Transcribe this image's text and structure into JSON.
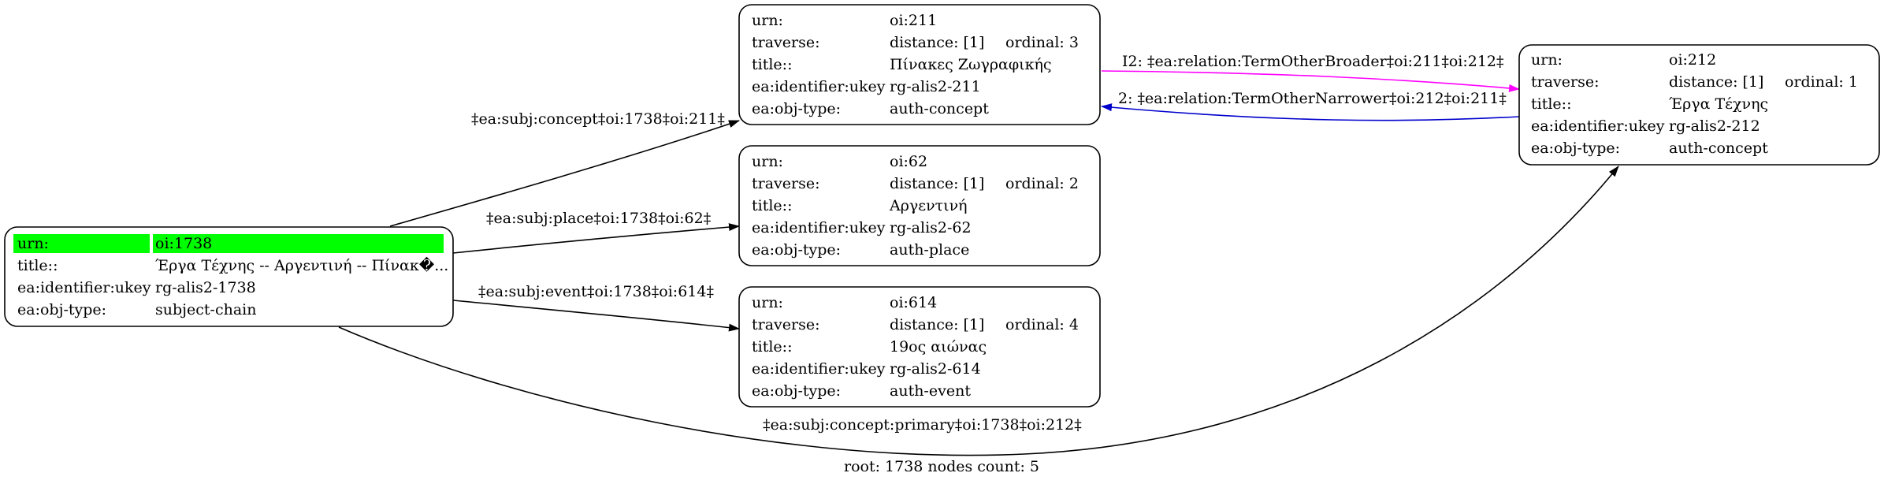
{
  "colors": {
    "highlight": "#00ff00",
    "broader_edge": "#ff00ff",
    "narrower_edge": "#0000cc",
    "default_edge": "#000000"
  },
  "nodes": {
    "root": {
      "rows": [
        {
          "key": "urn:",
          "value": "oi:1738",
          "extra": ""
        },
        {
          "key": "title::",
          "value": "Έργα Τέχνης -- Αργεντινή -- Πίνακ�...",
          "extra": ""
        },
        {
          "key": "ea:identifier:ukey",
          "value": "rg-alis2-1738",
          "extra": ""
        },
        {
          "key": "ea:obj-type:",
          "value": "subject-chain",
          "extra": ""
        }
      ]
    },
    "n211": {
      "rows": [
        {
          "key": "urn:",
          "value": "oi:211",
          "extra": ""
        },
        {
          "key": "traverse:",
          "value": "distance: [1]",
          "extra": "ordinal: 3"
        },
        {
          "key": "title::",
          "value": "Πίνακες Ζωγραφικής",
          "extra": ""
        },
        {
          "key": "ea:identifier:ukey",
          "value": "rg-alis2-211",
          "extra": ""
        },
        {
          "key": "ea:obj-type:",
          "value": "auth-concept",
          "extra": ""
        }
      ]
    },
    "n62": {
      "rows": [
        {
          "key": "urn:",
          "value": "oi:62",
          "extra": ""
        },
        {
          "key": "traverse:",
          "value": "distance: [1]",
          "extra": "ordinal: 2"
        },
        {
          "key": "title::",
          "value": "Αργεντινή",
          "extra": ""
        },
        {
          "key": "ea:identifier:ukey",
          "value": "rg-alis2-62",
          "extra": ""
        },
        {
          "key": "ea:obj-type:",
          "value": "auth-place",
          "extra": ""
        }
      ]
    },
    "n614": {
      "rows": [
        {
          "key": "urn:",
          "value": "oi:614",
          "extra": ""
        },
        {
          "key": "traverse:",
          "value": "distance: [1]",
          "extra": "ordinal: 4"
        },
        {
          "key": "title::",
          "value": "19ος αιώνας",
          "extra": ""
        },
        {
          "key": "ea:identifier:ukey",
          "value": "rg-alis2-614",
          "extra": ""
        },
        {
          "key": "ea:obj-type:",
          "value": "auth-event",
          "extra": ""
        }
      ]
    },
    "n212": {
      "rows": [
        {
          "key": "urn:",
          "value": "oi:212",
          "extra": ""
        },
        {
          "key": "traverse:",
          "value": "distance: [1]",
          "extra": "ordinal: 1"
        },
        {
          "key": "title::",
          "value": "Έργα Τέχνης",
          "extra": ""
        },
        {
          "key": "ea:identifier:ukey",
          "value": "rg-alis2-212",
          "extra": ""
        },
        {
          "key": "ea:obj-type:",
          "value": "auth-concept",
          "extra": ""
        }
      ]
    }
  },
  "edges": {
    "root_to_211": "‡ea:subj:concept‡oi:1738‡oi:211‡",
    "root_to_62": "‡ea:subj:place‡oi:1738‡oi:62‡",
    "root_to_614": "‡ea:subj:event‡oi:1738‡oi:614‡",
    "root_to_212": "‡ea:subj:concept:primary‡oi:1738‡oi:212‡",
    "n211_to_212": "I2: ‡ea:relation:TermOtherBroader‡oi:211‡oi:212‡",
    "n212_to_211": "2: ‡ea:relation:TermOtherNarrower‡oi:212‡oi:211‡"
  },
  "footer": "root: 1738 nodes count: 5"
}
